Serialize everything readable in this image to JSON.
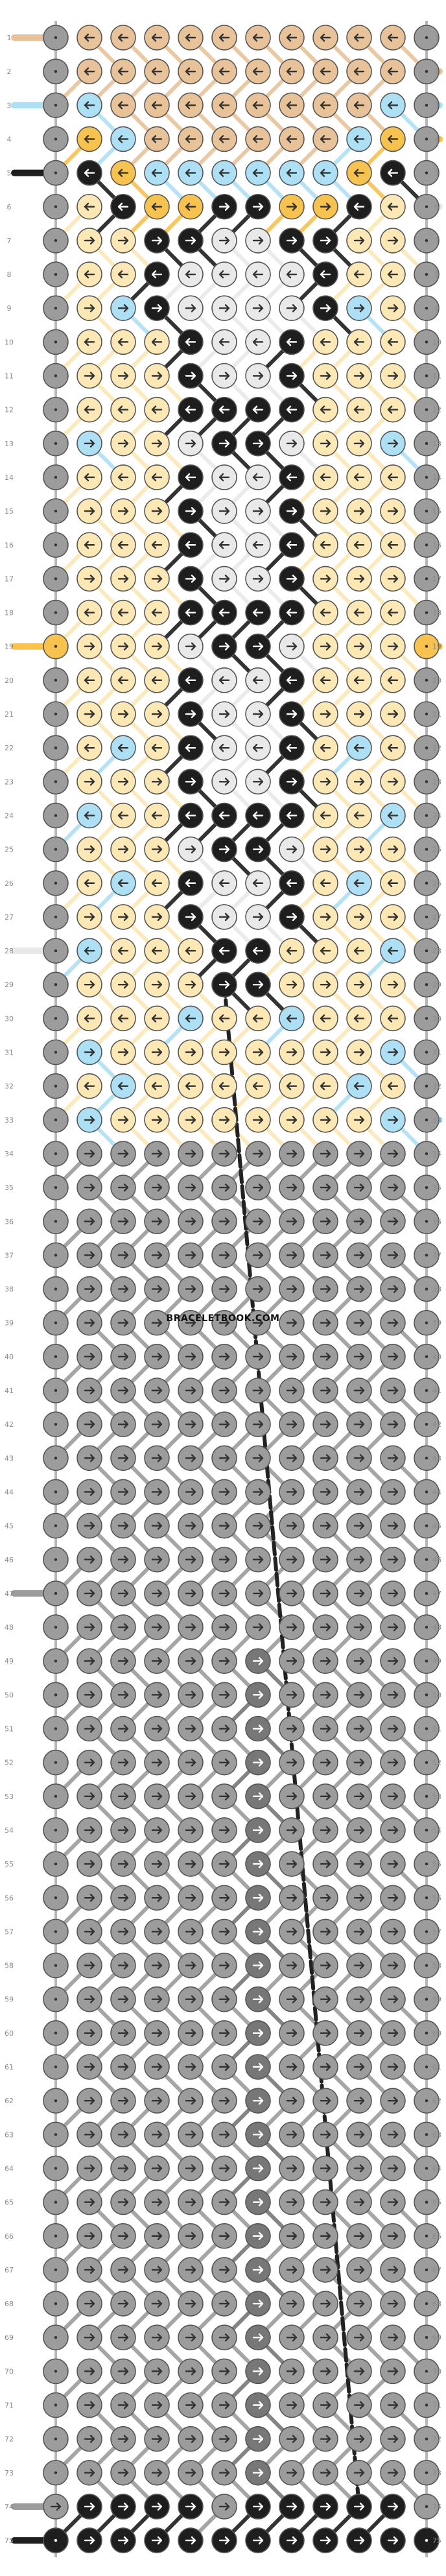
{
  "site_logo": "BRACELETBOOK.COM",
  "pattern": {
    "strings": 12,
    "row_count": 75,
    "row_numbers": [
      "1",
      "2",
      "3",
      "4",
      "5",
      "6",
      "7",
      "8",
      "9",
      "10",
      "11",
      "12",
      "13",
      "14",
      "15",
      "16",
      "17",
      "18",
      "19",
      "20",
      "21",
      "22",
      "23",
      "24",
      "25",
      "26",
      "27",
      "28",
      "29",
      "30",
      "31",
      "32",
      "33",
      "34",
      "35",
      "36",
      "37",
      "38",
      "39",
      "40",
      "41",
      "42",
      "43",
      "44",
      "45",
      "46",
      "47",
      "48",
      "49",
      "50",
      "51",
      "52",
      "53",
      "54",
      "55",
      "56",
      "57",
      "58",
      "59",
      "60",
      "61",
      "62",
      "63",
      "64",
      "65",
      "66",
      "67",
      "68",
      "69",
      "70",
      "71",
      "72",
      "73",
      "74",
      "75"
    ],
    "palette": {
      "T": "#e8c39a",
      "B": "#aee0f5",
      "O": "#f8c24f",
      "K": "#1e1e1e",
      "W": "#e9e9e9",
      "Y": "#fce8b5",
      "G": "#9c9c9c",
      "M": "#777777",
      "D": "#7f7f7f"
    },
    "thread_colors": {
      "tan": "#e8c39a",
      "light_blue": "#aee0f5",
      "orange": "#f8c24f",
      "black": "#1e1e1e",
      "white": "#e9e9e9",
      "cream": "#fce8b5",
      "gray": "#9c9c9c"
    },
    "knot_rows": [
      "GTTTTTTTTTTG",
      "GTTTTTTTTTTG",
      "GBTTTTTTTTBG",
      "GOBTTTTTTBOG",
      "GKOBBBBBBOKG",
      "GYKOOKKOOKYG",
      "GYYKKWWKKYYG",
      "GYYKWWWWKYYG",
      "GYBKWWWWKBYG",
      "GYYYKWWKYYYG",
      "GYYYKWWKYYYG",
      "GYYYKKKKYYYG",
      "GBYYWKKWYYBG",
      "GYYYKWWKYYYG",
      "GYYYKWWKYYYG",
      "GYYYKWWKYYYG",
      "GYYYKWWKYYYG",
      "GYYYKKKKYYYG",
      "OYYYWKKWYYYO",
      "GYYYKWWKYYYG",
      "GYYYKWWKYYYG",
      "GYBYKWWKYBYG",
      "GYYYKWWKYYYG",
      "GBYYKKKKYYBG",
      "GYYYWKKWYYYG",
      "GYBYKWWKYBYG",
      "GYYYKWWKYYYG",
      "GBYYYKKYYYBG",
      "GYYYYKKYYYYG",
      "GYYYBYYBYYYG",
      "GBYYYYYYYYBG",
      "GYBYYYYYYBYG",
      "GBYYYYYYYYBG",
      "GGGGGGGGGGGG",
      "GGGGGGGGGGGG",
      "GGGGGGGGGGGG",
      "GGGGGGGGGGGG",
      "GGGGGGGGGGGG",
      "GGGGGGGGGGGG",
      "GGGGGGGGGGGG",
      "GGGGGGGGGGGG",
      "GGGGGGGGGGGG",
      "GGGGGGGGGGGG",
      "GGGGGGGGGGGG",
      "GGGGGGGGGGGG",
      "GGGGGGGGGGGG",
      "GGGGGGGGGGGG",
      "GGGGGGGGGGGG",
      "GGGGGGMGGGGG",
      "GGGGGGMGGGGG",
      "GGGGGGMGGGGG",
      "GGGGGGMGGGGG",
      "GGGGGGMGGGGG",
      "GGGGGGMGGGGG",
      "GGGGGGMGGGGG",
      "GGGGGGMGGGGG",
      "GGGGGGMGGGGG",
      "GGGGGGMGGGGG",
      "GGGGGGMGGGGG",
      "GGGGGGMGGGGG",
      "GGGGGGMGGGGG",
      "GGGGGGMGGGGG",
      "GGGGGGMGGGGG",
      "GGGGGGMGGGGG",
      "GGGGGGMGGGGG",
      "GGGGGGMGGGGG",
      "GGGGGGMGGGGG",
      "GGGGGGMGGGGG",
      "GGGGGGMGGGGG",
      "GGGGGGMGGGGG",
      "GGGGGGMGGGGG",
      "GGGGGGMGGGGG",
      "GGGGGGMGGGGG",
      "GKKKKGKKKKKG",
      "KKKKKKKKKKKK"
    ],
    "direction_rows": [
      "-<<<<<<<<<<-",
      "-<<<<<<<<<<-",
      "-<<<<<<<<<<-",
      "-<<<<<<<<<<-",
      "-<<<<<<<<<<-",
      "-<<<<>>>><<-",
      "->>>>>>>>>>-",
      "-<<<<<<<<<<-",
      "->>>>>>>>>>-",
      "-<<<<<<<<<<-",
      "->>>>>>>>>>-",
      "-<<<<<<<<<<-",
      "->>>>>>>>>>-",
      "-<<<<<<<<<<-",
      "->>>>>>>>>>-",
      "-<<<<<<<<<<-",
      "->>>>>>>>>>-",
      "-<<<<<<<<<<-",
      "->>>>>>>>>>-",
      "-<<<<<<<<<<-",
      "->>>>>>>>>>-",
      "-<<<<<<<<<<-",
      "->>>>>>>>>>-",
      "-<<<<<<<<<<-",
      "->>>>>>>>>>-",
      "-<<<<<<<<<<-",
      "->>>>>>>>>>-",
      "-<<<<<<<<<<-",
      "->>>>>>>>>>-",
      "-<<<<<<<<<<-",
      "->>>>>>>>>>-",
      "-<<<<<<<<<<-",
      "->>>>>>>>>>-",
      "->>>>>>>>>>-",
      "->>>>>>>>>>-",
      "->>>>>>>>>>-",
      "->>>>>>>>>>-",
      "->>>>>>>>>>-",
      "->>>>>>>>>>-",
      "->>>>>>>>>>-",
      "->>>>>>>>>>-",
      "->>>>>>>>>>-",
      "->>>>>>>>>>-",
      "->>>>>>>>>>-",
      "->>>>>>>>>>-",
      "->>>>>>>>>>-",
      "->>>>>>>>>>-",
      "->>>>>>>>>>-",
      "->>>>>>>>>>-",
      "->>>>>>>>>>-",
      "->>>>>>>>>>-",
      "->>>>>>>>>>-",
      "->>>>>>>>>>-",
      "->>>>>>>>>>-",
      "->>>>>>>>>>-",
      "->>>>>>>>>>-",
      "->>>>>>>>>>-",
      "->>>>>>>>>>-",
      "->>>>>>>>>>-",
      "->>>>>>>>>>-",
      "->>>>>>>>>>-",
      "->>>>>>>>>>-",
      "->>>>>>>>>>-",
      "->>>>>>>>>>-",
      "->>>>>>>>>>-",
      "->>>>>>>>>>-",
      "->>>>>>>>>>-",
      "->>>>>>>>>>-",
      "->>>>>>>>>>-",
      "->>>>>>>>>>-",
      "->>>>>>>>>>-",
      "->>>>>>>>>>-",
      "->>>>>>>>>>-",
      ">>>>>>>>>>>-",
      "->>>>>>>>>>-"
    ],
    "side_thread_markers": [
      {
        "row": "1",
        "side": "left",
        "color": "#e8c39a"
      },
      {
        "row": "2",
        "side": "right",
        "color": "#e8c39a"
      },
      {
        "row": "3",
        "side": "left",
        "color": "#aee0f5"
      },
      {
        "row": "3",
        "side": "right",
        "color": "#aee0f5"
      },
      {
        "row": "4",
        "side": "right",
        "color": "#f8c24f"
      },
      {
        "row": "5",
        "side": "left",
        "color": "#1e1e1e"
      },
      {
        "row": "6",
        "side": "right",
        "color": "#e9e9e9"
      },
      {
        "row": "19",
        "side": "left",
        "color": "#f8c24f"
      },
      {
        "row": "19",
        "side": "right",
        "color": "#f8c24f"
      },
      {
        "row": "28",
        "side": "left",
        "color": "#e9e9e9"
      },
      {
        "row": "33",
        "side": "right",
        "color": "#aee0f5"
      },
      {
        "row": "47",
        "side": "left",
        "color": "#9c9c9c"
      },
      {
        "row": "74",
        "side": "left",
        "color": "#9c9c9c"
      },
      {
        "row": "75",
        "side": "left",
        "color": "#1e1e1e"
      }
    ]
  }
}
